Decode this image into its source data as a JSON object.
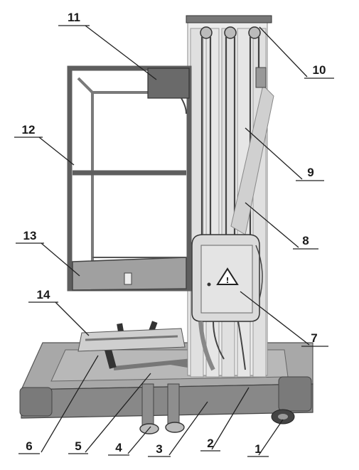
{
  "callouts": [
    "1",
    "2",
    "3",
    "4",
    "5",
    "6",
    "7",
    "8",
    "9",
    "10",
    "11",
    "12",
    "13",
    "14"
  ],
  "warning_symbol": "!",
  "colors": {
    "frame": "#8a8a8a",
    "frame_dark": "#5e5e5e",
    "mast": "#e6e6e6",
    "base": "#9c9c9c",
    "box": "#d9d9d9",
    "line": "#222222"
  }
}
